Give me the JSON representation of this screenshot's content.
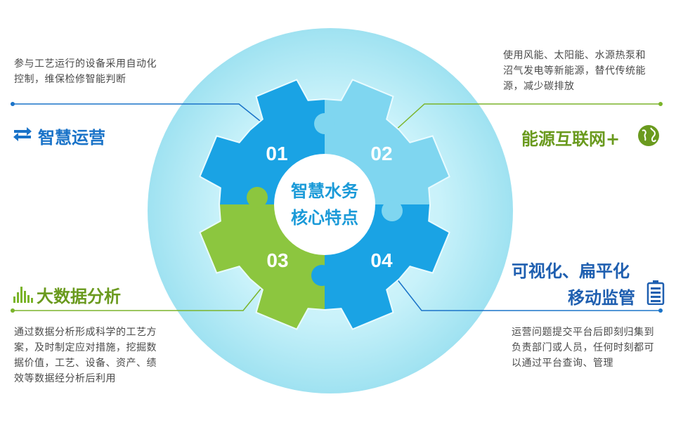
{
  "center": {
    "line1": "智慧水务",
    "line2": "核心特点"
  },
  "pieces": [
    {
      "number": "01",
      "color": "#1aa3e4"
    },
    {
      "number": "02",
      "color": "#7fd6f0"
    },
    {
      "number": "03",
      "color": "#8cc63f"
    },
    {
      "number": "04",
      "color": "#1aa3e4"
    }
  ],
  "features": {
    "top_left": {
      "title": "智慧运营",
      "icon": "swap-arrows-icon",
      "desc_lines": [
        "参与工艺运行的设备采用自动化",
        "控制，维保检修智能判断"
      ]
    },
    "top_right": {
      "title": "能源互联网+",
      "icon": "globe-icon",
      "desc_lines": [
        "使用风能、太阳能、水源热泵和",
        "沼气发电等新能源，替代传统能",
        "源，减少碳排放"
      ]
    },
    "bottom_left": {
      "title": "大数据分析",
      "icon": "bar-chart-icon",
      "desc_lines": [
        "通过数据分析形成科学的工艺方",
        "案，及时制定应对措施，挖掘数",
        "据价值，工艺、设备、资产、绩",
        "效等数据经分析后利用"
      ]
    },
    "bottom_right": {
      "title_lines": [
        "可视化、扁平化",
        "移动监管"
      ],
      "icon": "battery-icon",
      "desc_lines": [
        "运营问题提交平台后即刻归集到",
        "负责部门或人员，任何时刻都可",
        "以通过平台查询、管理"
      ]
    }
  },
  "colors": {
    "blue": "#1a73c8",
    "green": "#7bb42a",
    "circle_light": "#d9f6fb",
    "circle_mid": "#a8e6f3"
  }
}
